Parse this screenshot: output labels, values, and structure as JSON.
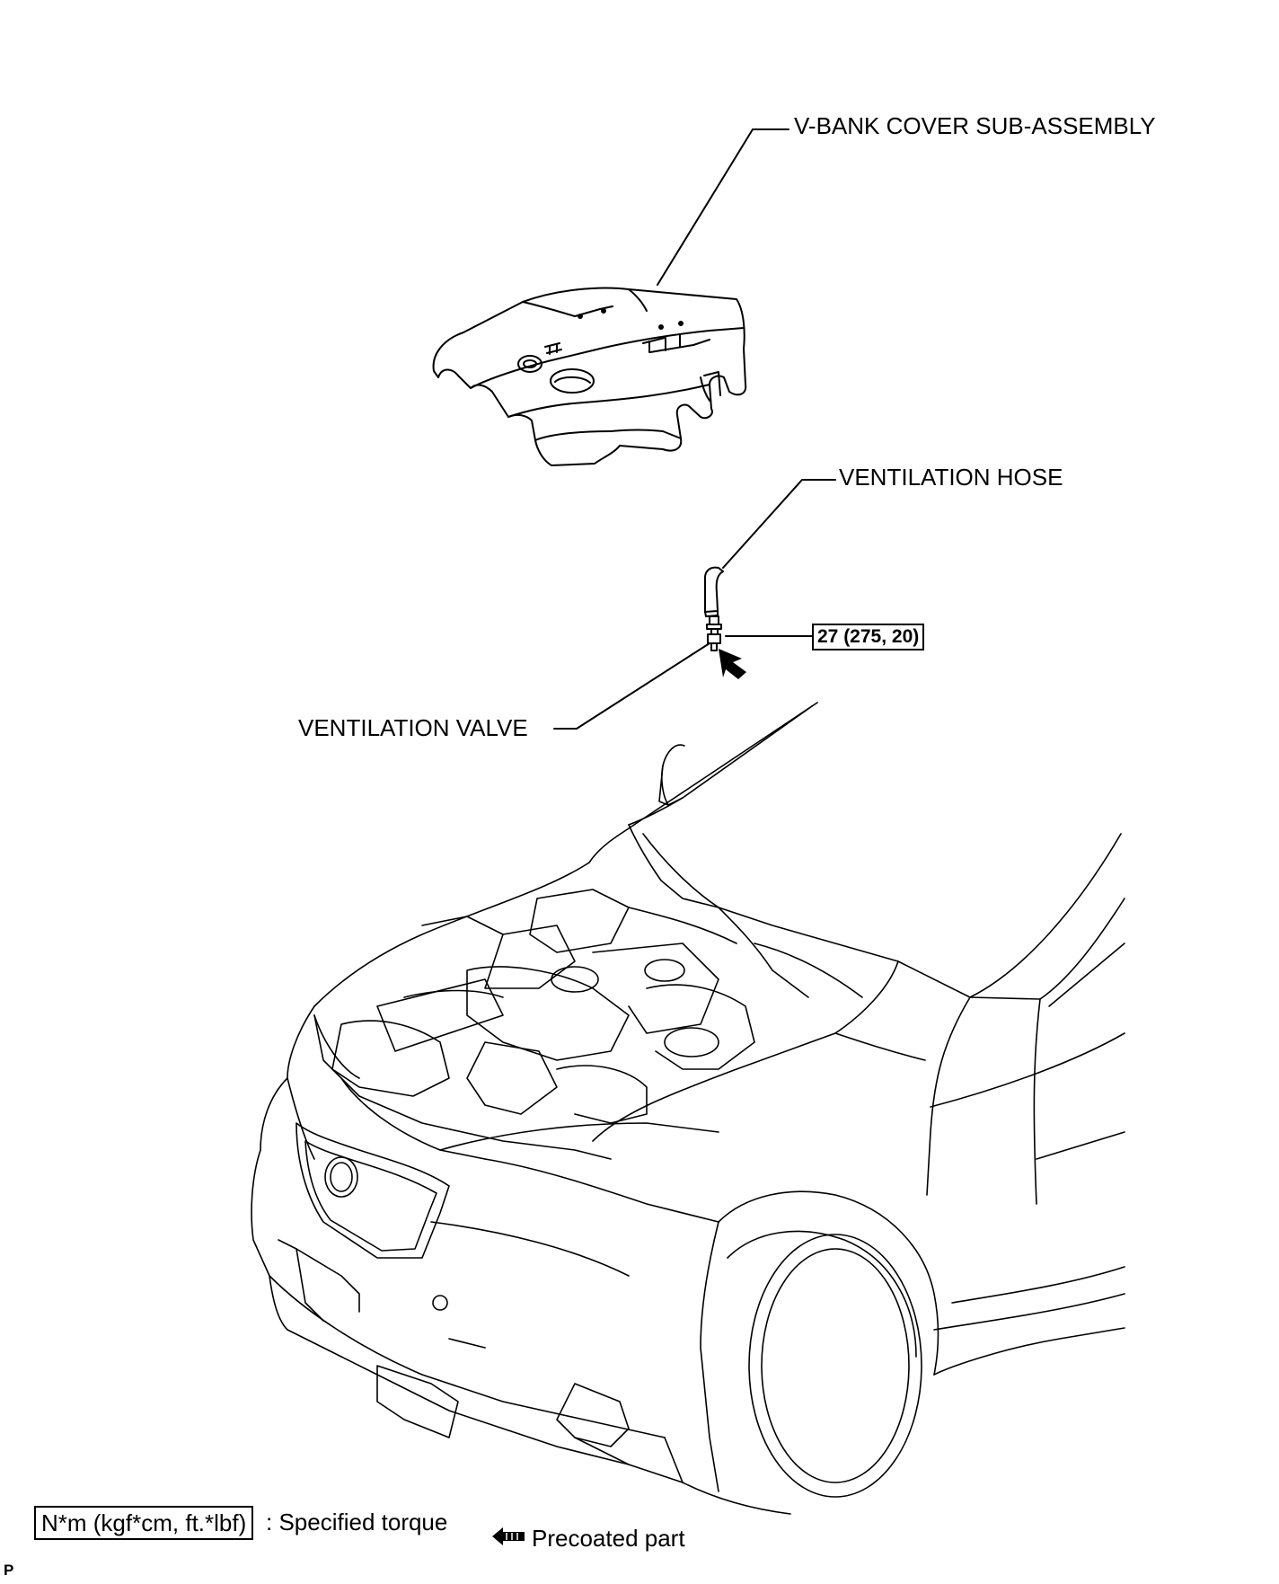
{
  "labels": {
    "v_bank_cover": "V-BANK COVER SUB-ASSEMBLY",
    "ventilation_hose": "VENTILATION HOSE",
    "ventilation_valve": "VENTILATION VALVE",
    "torque_value": "27 (275, 20)"
  },
  "legend": {
    "torque_units": "N*m (kgf*cm, ft.*lbf)",
    "torque_desc": ": Specified torque",
    "precoated_desc": "Precoated part",
    "precoated_icon": "precoated-arrow-icon"
  },
  "corner_mark": "P"
}
